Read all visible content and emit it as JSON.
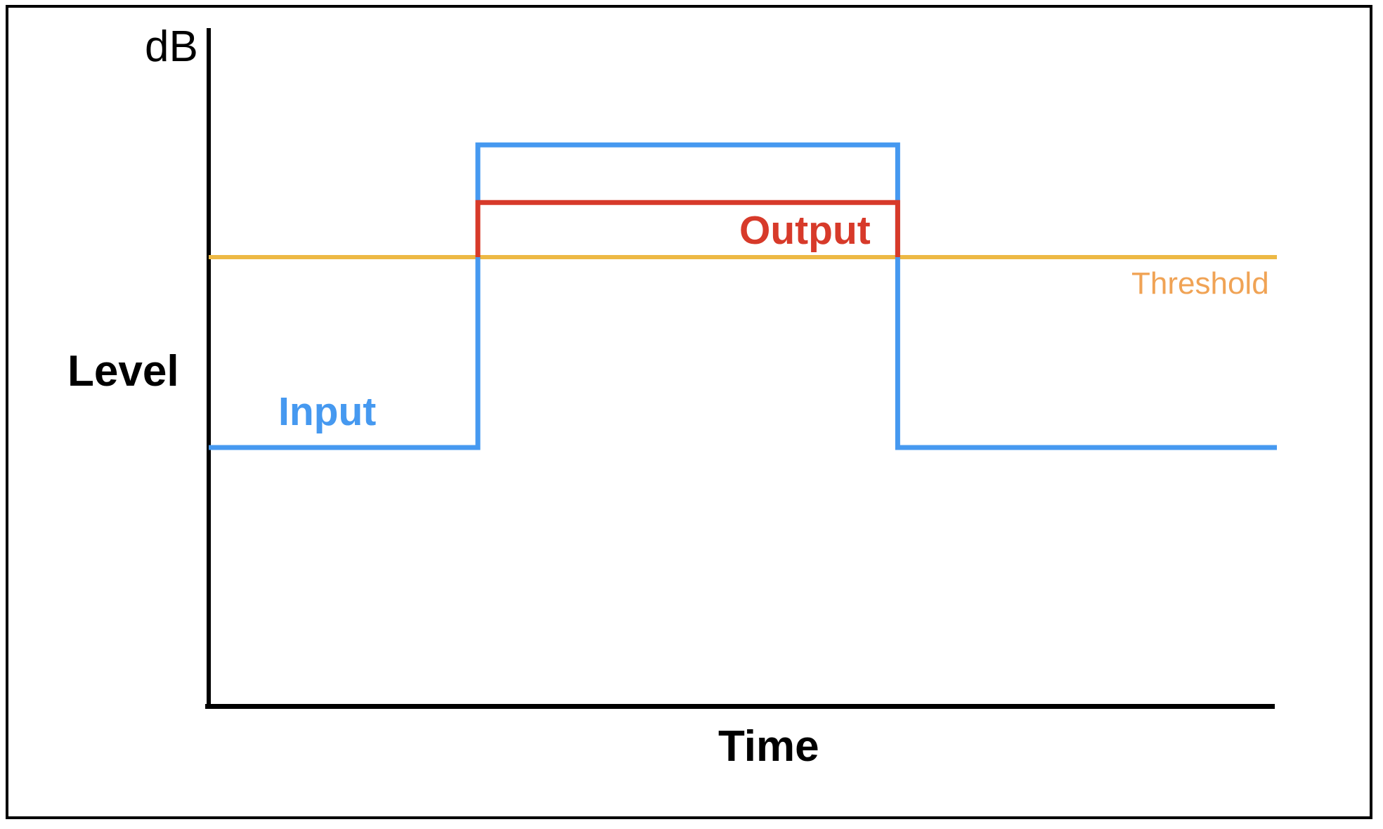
{
  "labels": {
    "y_unit": "dB",
    "y_axis": "Level",
    "x_axis": "Time",
    "input": "Input",
    "output": "Output",
    "threshold": "Threshold",
    "input_color": "#4699F0",
    "output_color": "#D73A2A",
    "threshold_text_color": "#F0A355",
    "axis_color": "#000000",
    "background_color": "#FFFFFF",
    "frame_color": "#000000"
  },
  "chart_data": {
    "type": "line",
    "title": "",
    "xlabel": "Time",
    "ylabel": "Level",
    "y_unit": "dB",
    "x_range": [
      0,
      1
    ],
    "y_range": [
      0,
      1
    ],
    "grid": false,
    "legend_position": "inline-annotations",
    "description": "Dynamic-range compression concept: input step pulse vs attenuated output above threshold",
    "key_levels": {
      "input_low": 0.382,
      "input_high": 0.828,
      "output_high": 0.743,
      "threshold": 0.6625,
      "pulse_start_x": 0.252,
      "pulse_end_x": 0.645
    },
    "series": [
      {
        "name": "Threshold",
        "color": "#EDB945",
        "stroke_width": 6,
        "points": [
          [
            0,
            0.6625
          ],
          [
            1,
            0.6625
          ]
        ]
      },
      {
        "name": "Input",
        "color": "#4699F0",
        "stroke_width": 7,
        "points": [
          [
            0,
            0.382
          ],
          [
            0.252,
            0.382
          ],
          [
            0.252,
            0.828
          ],
          [
            0.645,
            0.828
          ],
          [
            0.645,
            0.382
          ],
          [
            1,
            0.382
          ]
        ]
      },
      {
        "name": "Output",
        "color": "#D73A2A",
        "stroke_width": 7,
        "points": [
          [
            0.252,
            0.6625
          ],
          [
            0.252,
            0.743
          ],
          [
            0.645,
            0.743
          ],
          [
            0.645,
            0.6625
          ]
        ]
      }
    ],
    "annotations": [
      {
        "text": "Input",
        "color": "#4699F0"
      },
      {
        "text": "Output",
        "color": "#D73A2A"
      },
      {
        "text": "Threshold",
        "color": "#F0A355"
      }
    ]
  }
}
